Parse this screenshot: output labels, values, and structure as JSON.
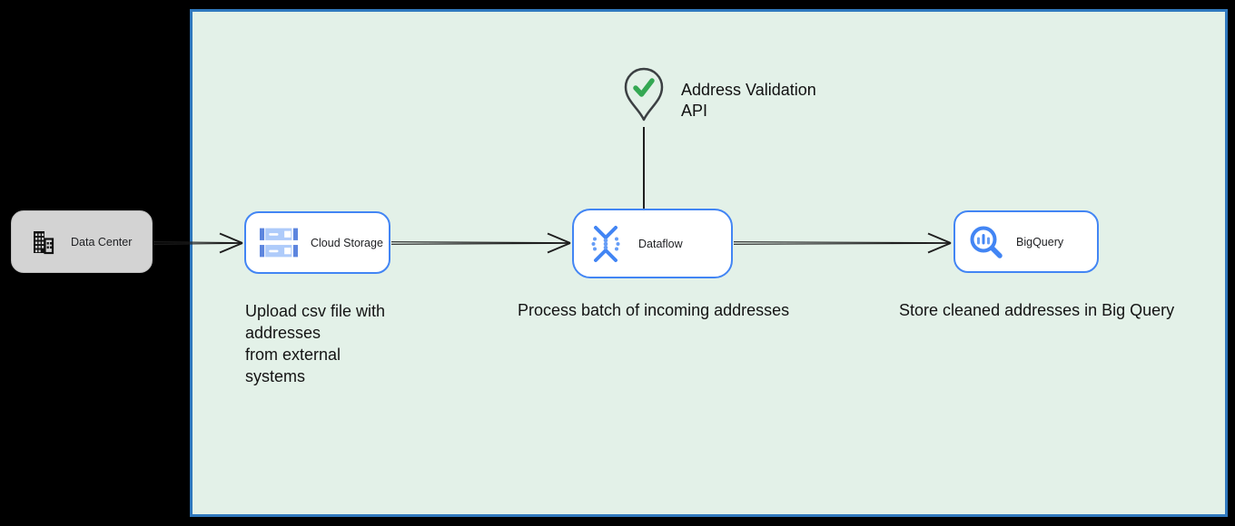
{
  "boundary": {
    "fill": "#e3f1e8",
    "border_color": "#3079be"
  },
  "nodes": {
    "data_center": {
      "label": "Data Center",
      "icon": "building-icon",
      "bg": "#d3d3d3"
    },
    "cloud_storage": {
      "label": "Cloud Storage",
      "icon": "cloud-storage-icon",
      "border": "#4285f4"
    },
    "dataflow": {
      "label": "Dataflow",
      "icon": "dataflow-icon",
      "border": "#4285f4"
    },
    "bigquery": {
      "label": "BigQuery",
      "icon": "bigquery-icon",
      "border": "#4285f4"
    }
  },
  "api_marker": {
    "label": "Address Validation\nAPI",
    "icon": "map-pin-check-icon",
    "check_color": "#34a853",
    "pin_outline": "#3c4043"
  },
  "captions": {
    "upload": "Upload csv file with\naddresses\nfrom external\nsystems",
    "process": "Process batch of incoming addresses",
    "store": "Store cleaned addresses in Big Query"
  },
  "colors": {
    "canvas_bg": "#000000",
    "icon_blue": "#4285f4",
    "icon_blue_light": "#aecbfa",
    "icon_blue_mid": "#669df6",
    "arrow": "#1f1f1f"
  }
}
